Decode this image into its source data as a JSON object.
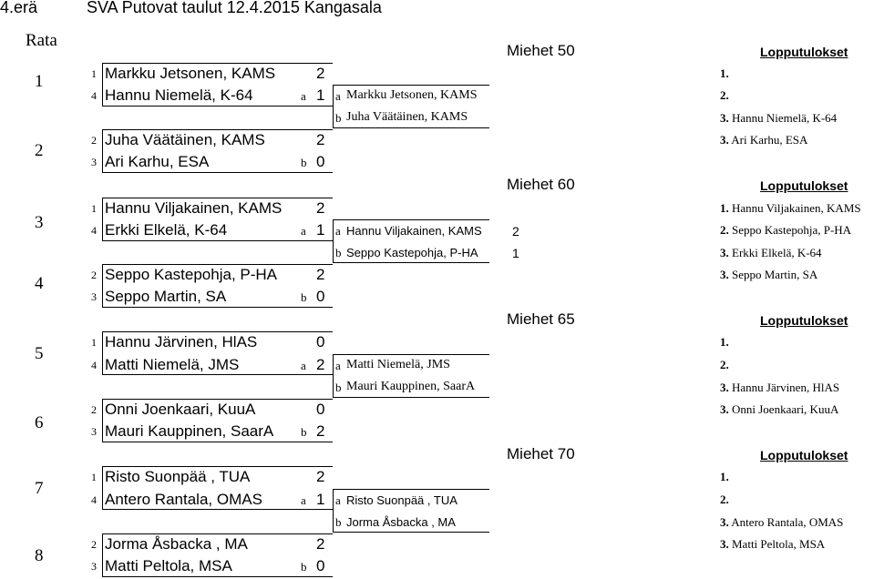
{
  "header": {
    "round": "4.erä",
    "title": "SVA Putovat taulut 12.4.2015 Kangasala"
  },
  "rata": {
    "label": "Rata",
    "numbers": [
      "1",
      "2",
      "3",
      "4",
      "5",
      "6",
      "7",
      "8"
    ]
  },
  "matches": [
    {
      "p1": {
        "pos": "1",
        "name": "Markku Jetsonen, KAMS",
        "score": "2"
      },
      "p2": {
        "pos": "4",
        "name": "Hannu Niemelä, K-64",
        "tag": "a",
        "score": "1"
      }
    },
    {
      "p1": {
        "pos": "2",
        "name": "Juha Väätäinen, KAMS",
        "score": "2"
      },
      "p2": {
        "pos": "3",
        "name": "Ari Karhu, ESA",
        "tag": "b",
        "score": "0"
      }
    },
    {
      "p1": {
        "pos": "1",
        "name": "Hannu Viljakainen, KAMS",
        "score": "2"
      },
      "p2": {
        "pos": "4",
        "name": "Erkki Elkelä, K-64",
        "tag": "a",
        "score": "1"
      }
    },
    {
      "p1": {
        "pos": "2",
        "name": "Seppo Kastepohja, P-HA",
        "score": "2"
      },
      "p2": {
        "pos": "3",
        "name": "Seppo Martin, SA",
        "tag": "b",
        "score": "0"
      }
    },
    {
      "p1": {
        "pos": "1",
        "name": "Hannu Järvinen, HlAS",
        "score": "0"
      },
      "p2": {
        "pos": "4",
        "name": "Matti Niemelä, JMS",
        "tag": "a",
        "score": "2"
      }
    },
    {
      "p1": {
        "pos": "2",
        "name": "Onni Joenkaari, KuuA",
        "score": "0"
      },
      "p2": {
        "pos": "3",
        "name": "Mauri Kauppinen, SaarA",
        "tag": "b",
        "score": "2"
      }
    },
    {
      "p1": {
        "pos": "1",
        "name": "Risto Suonpää , TUA",
        "score": "2"
      },
      "p2": {
        "pos": "4",
        "name": "Antero Rantala, OMAS",
        "tag": "a",
        "score": "1"
      }
    },
    {
      "p1": {
        "pos": "2",
        "name": "Jorma Åsbacka , MA",
        "score": "2"
      },
      "p2": {
        "pos": "3",
        "name": "Matti Peltola, MSA",
        "tag": "b",
        "score": "0"
      }
    }
  ],
  "categories": [
    {
      "title": "Miehet 50",
      "lopputulokset": "Lopputulokset",
      "finalA": {
        "tag": "a",
        "name": "Markku Jetsonen, KAMS",
        "score": ""
      },
      "finalB": {
        "tag": "b",
        "name": "Juha Väätäinen, KAMS",
        "score": ""
      },
      "results": [
        {
          "rank": "1.",
          "name": ""
        },
        {
          "rank": "2.",
          "name": ""
        },
        {
          "rank": "3.",
          "name": "Hannu Niemelä, K-64"
        },
        {
          "rank": "3.",
          "name": "Ari Karhu, ESA"
        }
      ]
    },
    {
      "title": "Miehet 60",
      "lopputulokset": "Lopputulokset",
      "finalA": {
        "tag": "a",
        "name": "Hannu Viljakainen, KAMS",
        "score": "2"
      },
      "finalB": {
        "tag": "b",
        "name": "Seppo Kastepohja, P-HA",
        "score": "1"
      },
      "results": [
        {
          "rank": "1.",
          "name": "Hannu Viljakainen, KAMS"
        },
        {
          "rank": "2.",
          "name": "Seppo Kastepohja, P-HA"
        },
        {
          "rank": "3.",
          "name": "Erkki Elkelä, K-64"
        },
        {
          "rank": "3.",
          "name": "Seppo Martin, SA"
        }
      ]
    },
    {
      "title": "Miehet 65",
      "lopputulokset": "Lopputulokset",
      "finalA": {
        "tag": "a",
        "name": "Matti Niemelä, JMS",
        "score": ""
      },
      "finalB": {
        "tag": "b",
        "name": "Mauri Kauppinen, SaarA",
        "score": ""
      },
      "results": [
        {
          "rank": "1.",
          "name": ""
        },
        {
          "rank": "2.",
          "name": ""
        },
        {
          "rank": "3.",
          "name": "Hannu Järvinen, HlAS"
        },
        {
          "rank": "3.",
          "name": "Onni Joenkaari, KuuA"
        }
      ]
    },
    {
      "title": "Miehet 70",
      "lopputulokset": "Lopputulokset",
      "finalA": {
        "tag": "a",
        "name": "Risto Suonpää , TUA",
        "score": ""
      },
      "finalB": {
        "tag": "b",
        "name": "Jorma Åsbacka , MA",
        "score": ""
      },
      "results": [
        {
          "rank": "1.",
          "name": ""
        },
        {
          "rank": "2.",
          "name": ""
        },
        {
          "rank": "3.",
          "name": "Antero Rantala, OMAS"
        },
        {
          "rank": "3.",
          "name": "Matti Peltola, MSA"
        }
      ]
    }
  ]
}
